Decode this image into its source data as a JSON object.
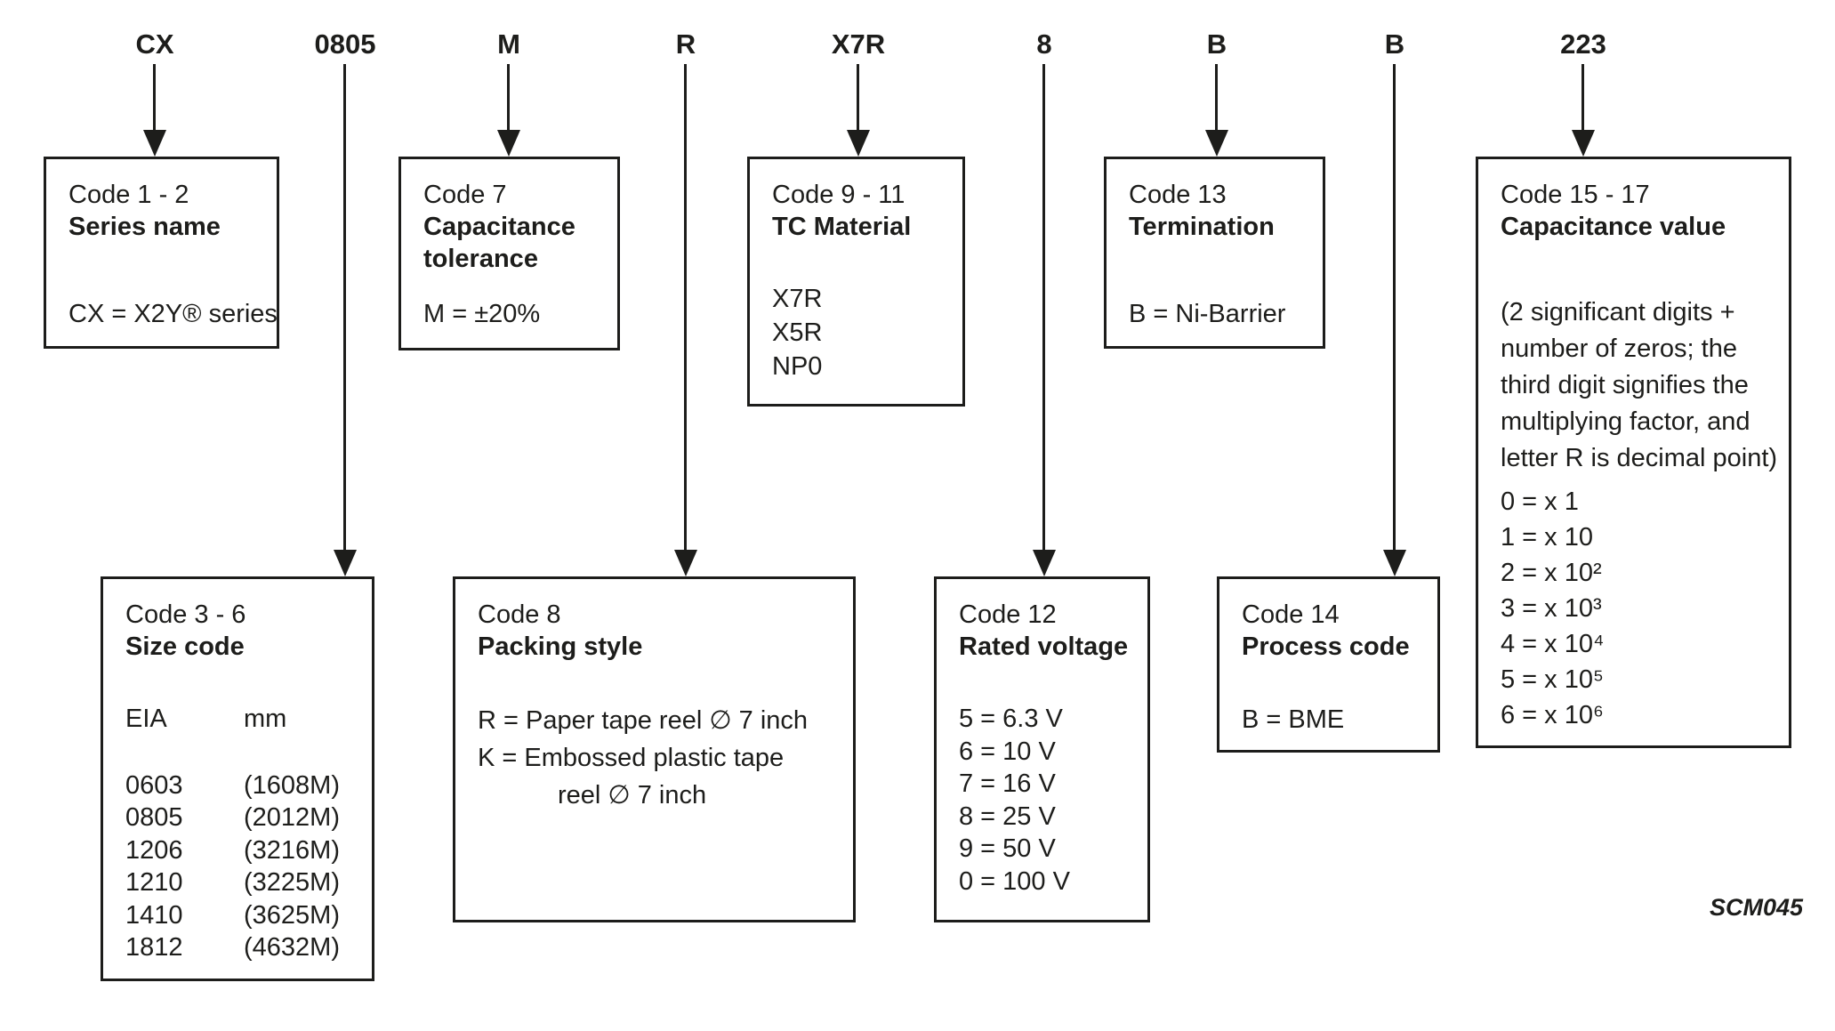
{
  "diagram": {
    "figure_code": "SCM045",
    "colors": {
      "ink": "#1d1d1b",
      "background": "#ffffff"
    },
    "part_code_labels": [
      {
        "text": "CX"
      },
      {
        "text": "0805"
      },
      {
        "text": "M"
      },
      {
        "text": "R"
      },
      {
        "text": "X7R"
      },
      {
        "text": "8"
      },
      {
        "text": "B"
      },
      {
        "text": "B"
      },
      {
        "text": "223"
      }
    ],
    "boxes": {
      "series": {
        "code": "Code 1 - 2",
        "title": "Series name",
        "value": "CX = X2Y® series"
      },
      "tolerance": {
        "code": "Code 7",
        "title_line1": "Capacitance",
        "title_line2": "tolerance",
        "value": "M = ±20%"
      },
      "tc_material": {
        "code": "Code 9 - 11",
        "title": "TC Material",
        "options": [
          "X7R",
          "X5R",
          "NP0"
        ]
      },
      "termination": {
        "code": "Code 13",
        "title": "Termination",
        "value": "B = Ni-Barrier"
      },
      "cap_value": {
        "code": "Code 15 - 17",
        "title": "Capacitance value",
        "note_lines": [
          "(2 significant digits +",
          "number of zeros; the",
          "third digit signifies the",
          "multiplying factor, and",
          "letter R is decimal point)"
        ],
        "multipliers": [
          "0 = x 1",
          "1 = x 10",
          "2 = x 10²",
          "3 = x 10³",
          "4 = x 10⁴",
          "5 = x 10⁵",
          "6 = x 10⁶"
        ]
      },
      "size": {
        "code": "Code 3 - 6",
        "title": "Size code",
        "col1_header": "EIA",
        "col2_header": "mm",
        "rows": [
          [
            "0603",
            "(1608M)"
          ],
          [
            "0805",
            "(2012M)"
          ],
          [
            "1206",
            "(3216M)"
          ],
          [
            "1210",
            "(3225M)"
          ],
          [
            "1410",
            "(3625M)"
          ],
          [
            "1812",
            "(4632M)"
          ]
        ]
      },
      "packing": {
        "code": "Code 8",
        "title": "Packing style",
        "option_r": "R = Paper tape reel ∅ 7 inch",
        "option_k_line1": "K = Embossed plastic tape",
        "option_k_line2": "reel ∅ 7 inch"
      },
      "voltage": {
        "code": "Code 12",
        "title": "Rated voltage",
        "options": [
          "5 = 6.3 V",
          "6 = 10 V",
          "7 = 16 V",
          "8 = 25 V",
          "9 = 50 V",
          "0 = 100 V"
        ]
      },
      "process": {
        "code": "Code 14",
        "title": "Process code",
        "value": "B = BME"
      }
    }
  }
}
